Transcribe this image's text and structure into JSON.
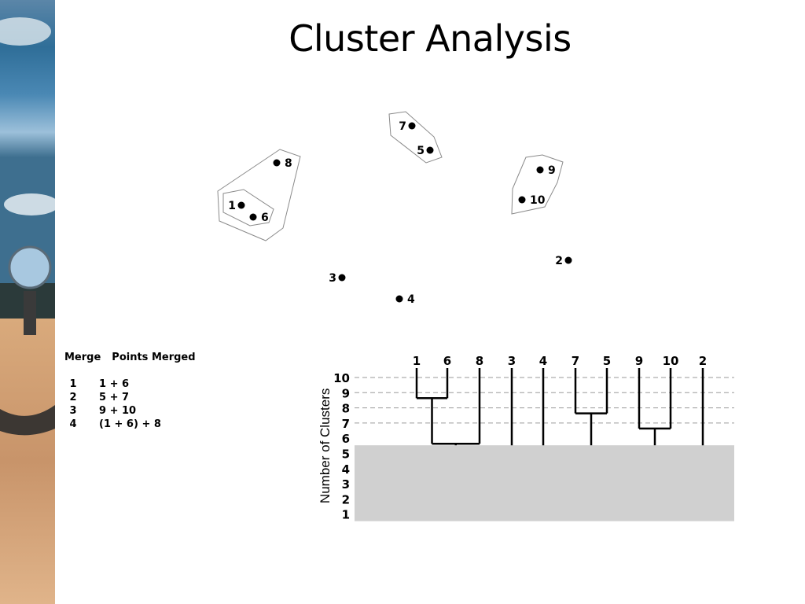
{
  "title": "Cluster Analysis",
  "scatter_points": [
    {
      "id": "1",
      "label": "1",
      "side": "left"
    },
    {
      "id": "6",
      "label": "6",
      "side": "right"
    },
    {
      "id": "8",
      "label": "8",
      "side": "right"
    },
    {
      "id": "7",
      "label": "7",
      "side": "left"
    },
    {
      "id": "5",
      "label": "5",
      "side": "left"
    },
    {
      "id": "9",
      "label": "9",
      "side": "right"
    },
    {
      "id": "10",
      "label": "10",
      "side": "right"
    },
    {
      "id": "2",
      "label": "2",
      "side": "left"
    },
    {
      "id": "3",
      "label": "3",
      "side": "left"
    },
    {
      "id": "4",
      "label": "4",
      "side": "right"
    }
  ],
  "merge_table": {
    "header_merge": "Merge",
    "header_points": "Points Merged",
    "rows": [
      {
        "merge": "1",
        "points": "1 + 6"
      },
      {
        "merge": "2",
        "points": "5 + 7"
      },
      {
        "merge": "3",
        "points": "9 + 10"
      },
      {
        "merge": "4",
        "points": "(1 + 6) + 8"
      }
    ]
  },
  "chart_data": {
    "type": "dendrogram",
    "leaves": [
      "1",
      "6",
      "8",
      "3",
      "4",
      "7",
      "5",
      "9",
      "10",
      "2"
    ],
    "ylabel": "Number of Clusters",
    "yticks": [
      "10",
      "9",
      "8",
      "7",
      "6",
      "5",
      "4",
      "3",
      "2",
      "1"
    ],
    "merges": [
      {
        "left": "1",
        "right": "6",
        "clusters_after": 9
      },
      {
        "left": "7",
        "right": "5",
        "clusters_after": 8
      },
      {
        "left": "9",
        "right": "10",
        "clusters_after": 7
      },
      {
        "left": "(1+6)",
        "right": "8",
        "clusters_after": 6
      }
    ],
    "shaded_range": [
      1,
      6
    ],
    "grid": "dashed"
  }
}
